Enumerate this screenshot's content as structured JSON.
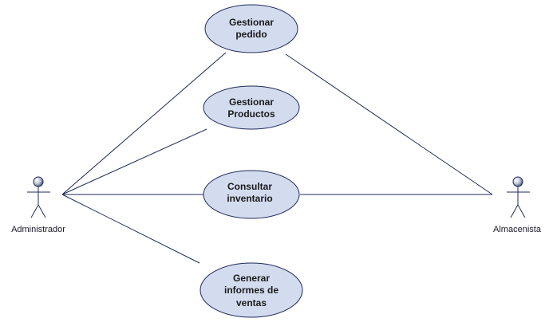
{
  "actors": [
    {
      "id": "administrador",
      "name": "Administrador"
    },
    {
      "id": "almacenista",
      "name": "Almacenista"
    }
  ],
  "use_cases": [
    {
      "id": "gestionar-pedido",
      "lines": [
        "Gestionar",
        "pedido"
      ]
    },
    {
      "id": "gestionar-productos",
      "lines": [
        "Gestionar",
        "Productos"
      ]
    },
    {
      "id": "consultar-inventario",
      "lines": [
        "Consultar",
        "inventario"
      ]
    },
    {
      "id": "generar-informes",
      "lines": [
        "Generar",
        "informes de",
        "ventas"
      ]
    }
  ],
  "associations": [
    {
      "actor": "administrador",
      "use_case": "gestionar-pedido"
    },
    {
      "actor": "administrador",
      "use_case": "gestionar-productos"
    },
    {
      "actor": "administrador",
      "use_case": "consultar-inventario"
    },
    {
      "actor": "administrador",
      "use_case": "generar-informes"
    },
    {
      "actor": "almacenista",
      "use_case": "gestionar-pedido"
    },
    {
      "actor": "almacenista",
      "use_case": "consultar-inventario"
    }
  ],
  "colors": {
    "use_case_fill": "#d3dcef",
    "use_case_stroke": "#1f2a5a",
    "line": "#1f2a5a",
    "actor_stroke": "#1f2a5a",
    "actor_head": "#b8c3d8"
  }
}
